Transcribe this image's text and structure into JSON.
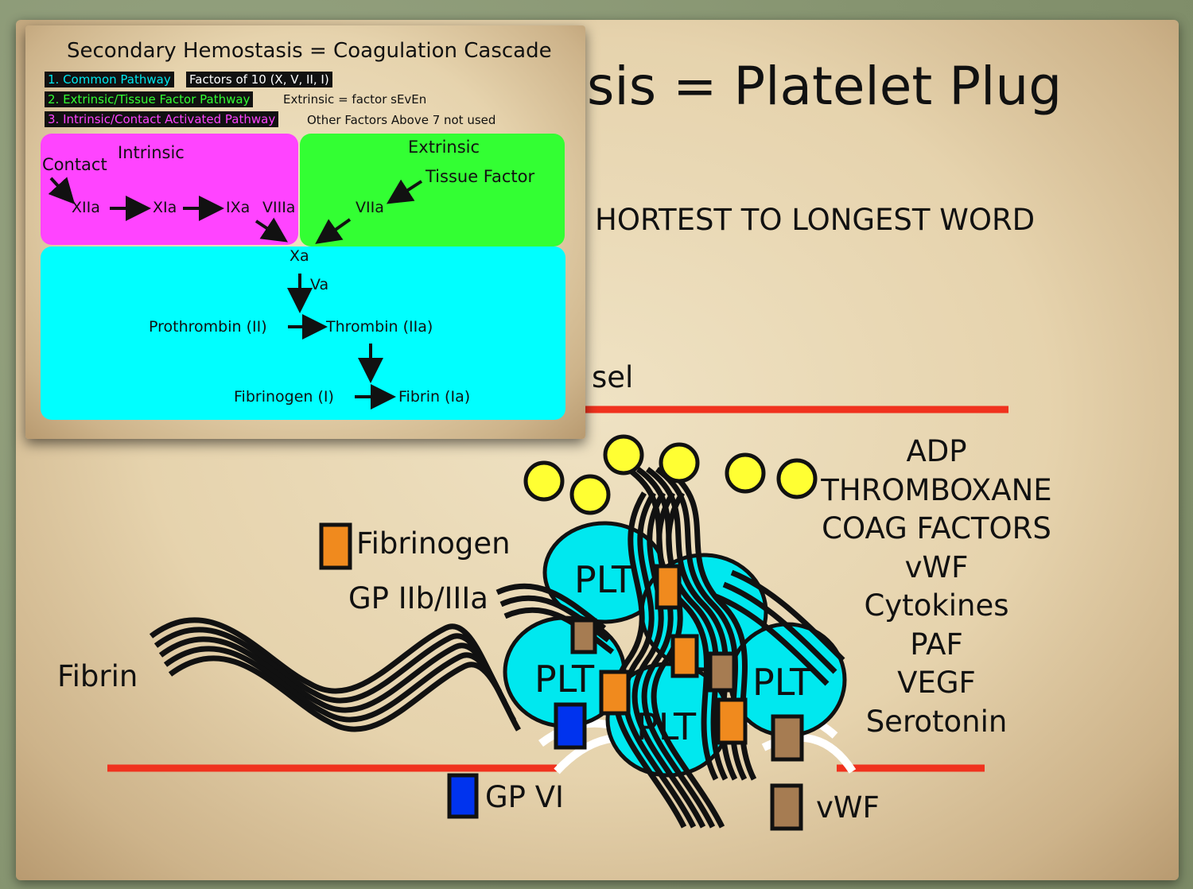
{
  "slide": {
    "title_fragment": "sis = Platelet Plug",
    "subtitle_fragment": "HORTEST TO LONGEST WORD",
    "vessel_fragment": "sel",
    "cell_label": "PLT",
    "colors": {
      "red_line": "#f0321e",
      "platelet": "#00e8ef",
      "granule": "#ffff33",
      "fibrinogen": "#f08a1e",
      "gp_vi": "#0033ee",
      "vwf": "#a67c52"
    }
  },
  "diagram_labels": {
    "fibrinogen": "Fibrinogen",
    "gp": "GP IIb/IIIa",
    "fibrin": "Fibrin",
    "gp_vi": "GP VI",
    "vwf": "vWF"
  },
  "secreted_list": [
    "ADP",
    "THROMBOXANE",
    "COAG FACTORS",
    "vWF",
    "Cytokines",
    "PAF",
    "VEGF",
    "Serotonin"
  ],
  "cascade": {
    "title": "Secondary Hemostasis = Coagulation Cascade",
    "legend": [
      {
        "tag": "1. Common Pathway",
        "note": "Factors of 10 (X, V, II, I)",
        "tag_color": "#00e8ef"
      },
      {
        "tag": "2. Extrinsic/Tissue Factor Pathway",
        "note": "Extrinsic = factor sEvEn",
        "tag_color": "#33ff33"
      },
      {
        "tag": "3. Intrinsic/Contact Activated Pathway",
        "note": "Other Factors Above 7 not used",
        "tag_color": "#ff44ff"
      }
    ],
    "intrinsic": {
      "title": "Intrinsic",
      "contact": "Contact",
      "xiia": "XIIa",
      "xia": "XIa",
      "ixa": "IXa",
      "viiia": "VIIIa"
    },
    "extrinsic": {
      "title": "Extrinsic",
      "tissue_factor": "Tissue Factor",
      "viia": "VIIa"
    },
    "common": {
      "xa": "Xa",
      "va": "Va",
      "prothrombin": "Prothrombin (II)",
      "thrombin": "Thrombin (IIa)",
      "fibrinogen": "Fibrinogen (I)",
      "fibrin": "Fibrin (Ia)"
    },
    "colors": {
      "intrinsic": "#ff44ff",
      "extrinsic": "#33ff33",
      "common": "#00ffff"
    }
  }
}
